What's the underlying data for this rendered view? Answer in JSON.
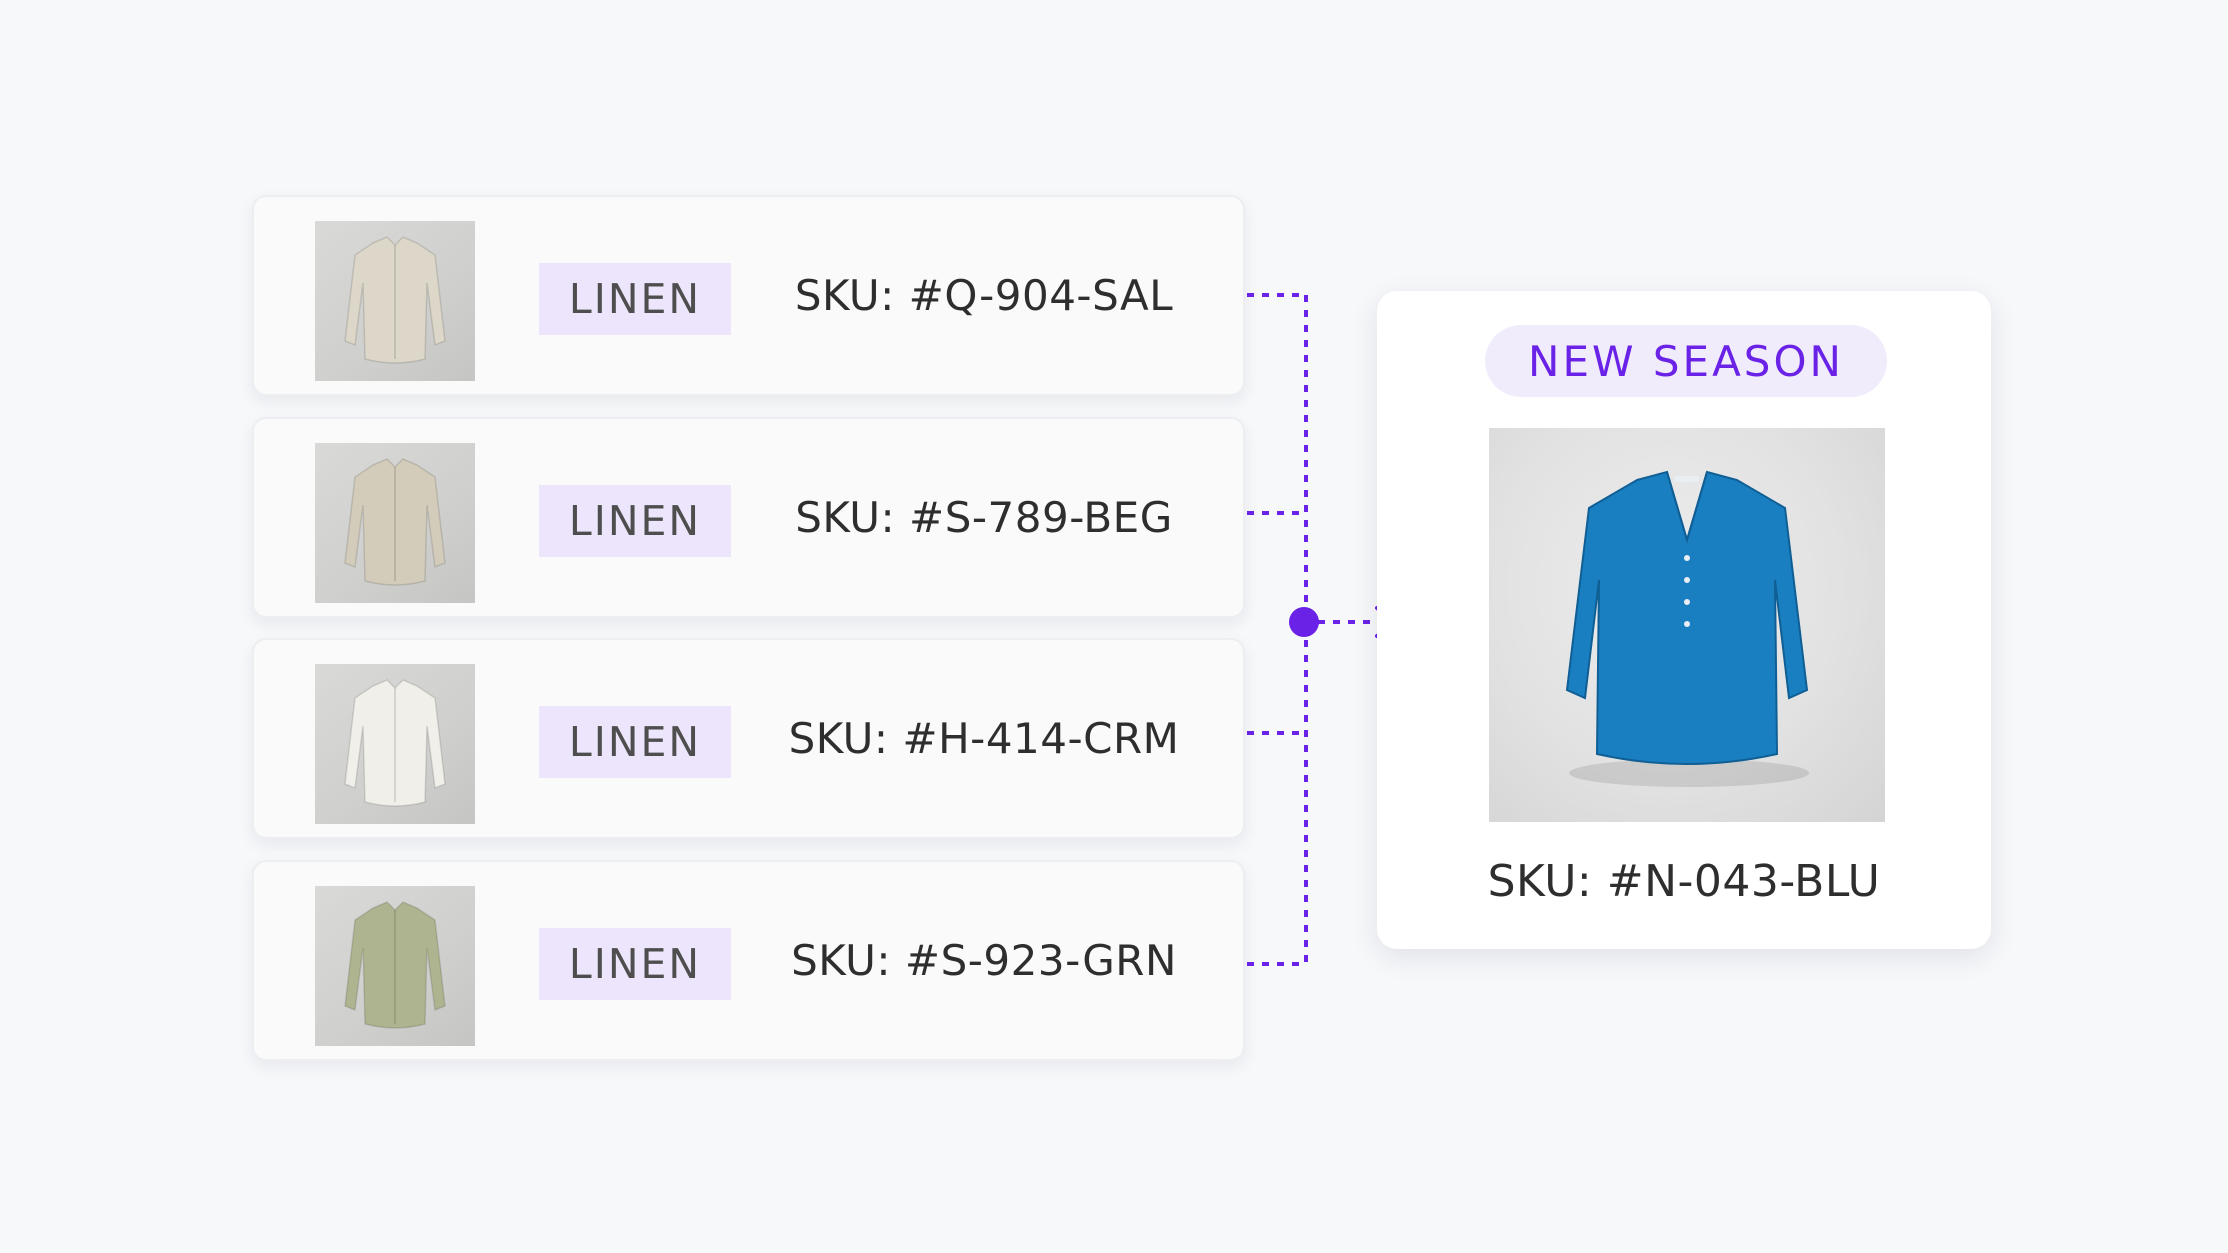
{
  "colors": {
    "background": "#f7f8fa",
    "accent": "#6a22e6",
    "tag_bg": "#ece5fb",
    "pill_bg": "#f1ecfc",
    "target_shirt": "#1a7fc1"
  },
  "items": [
    {
      "tag": "LINEN",
      "sku": "SKU: #Q-904-SAL",
      "shirt_color": "#dcd7c8",
      "image_icon": "linen-shirt-icon"
    },
    {
      "tag": "LINEN",
      "sku": "SKU: #S-789-BEG",
      "shirt_color": "#d3ccba",
      "image_icon": "linen-shirt-icon"
    },
    {
      "tag": "LINEN",
      "sku": "SKU: #H-414-CRM",
      "shirt_color": "#f1efe9",
      "image_icon": "linen-shirt-icon"
    },
    {
      "tag": "LINEN",
      "sku": "SKU: #S-923-GRN",
      "shirt_color": "#aeb48f",
      "image_icon": "linen-shirt-icon"
    }
  ],
  "target": {
    "badge": "NEW SEASON",
    "sku": "SKU: #N-043-BLU",
    "image_icon": "blue-blouse-icon"
  },
  "connector": {
    "style": "dotted",
    "arrow_icon": "chevron-right-icon",
    "node_icon": "merge-node-icon"
  }
}
